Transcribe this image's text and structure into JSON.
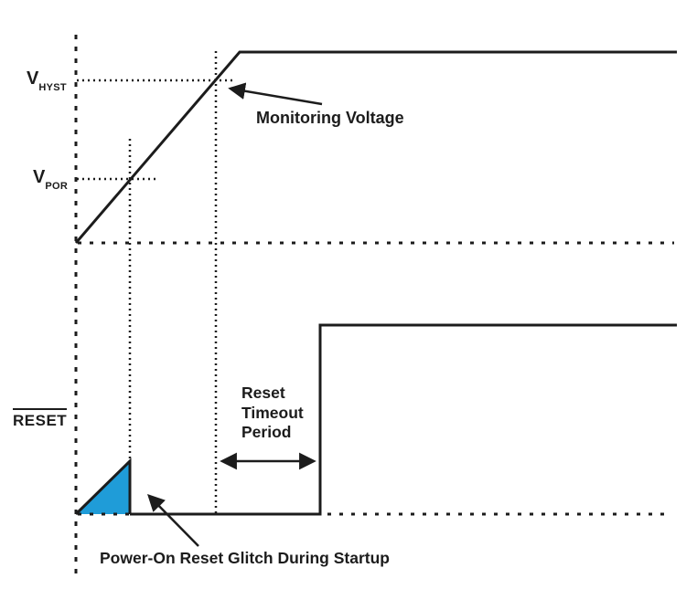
{
  "diagram": {
    "type": "timing-diagram",
    "subject": "power-on-reset-behavior",
    "labels": {
      "vhyst": {
        "main": "V",
        "sub": "HYST"
      },
      "vpor": {
        "main": "V",
        "sub": "POR"
      },
      "reset_signal": "RESET",
      "monitoring_voltage": "Monitoring Voltage",
      "reset_timeout": {
        "line1": "Reset",
        "line2": "Timeout",
        "line3": "Period"
      },
      "glitch": "Power-On Reset Glitch During Startup"
    },
    "waveforms": [
      {
        "name": "monitoring-voltage",
        "shape": "ramp-then-flat",
        "thresholds": [
          "V_POR",
          "V_HYST"
        ]
      },
      {
        "name": "reset-bar",
        "shape": "low-then-step-high",
        "glitch": "power-on-reset-glitch-triangle"
      }
    ]
  },
  "colors": {
    "line": "#1c1c1c",
    "accent_blue": "#1f9cd8",
    "background": "#ffffff"
  }
}
